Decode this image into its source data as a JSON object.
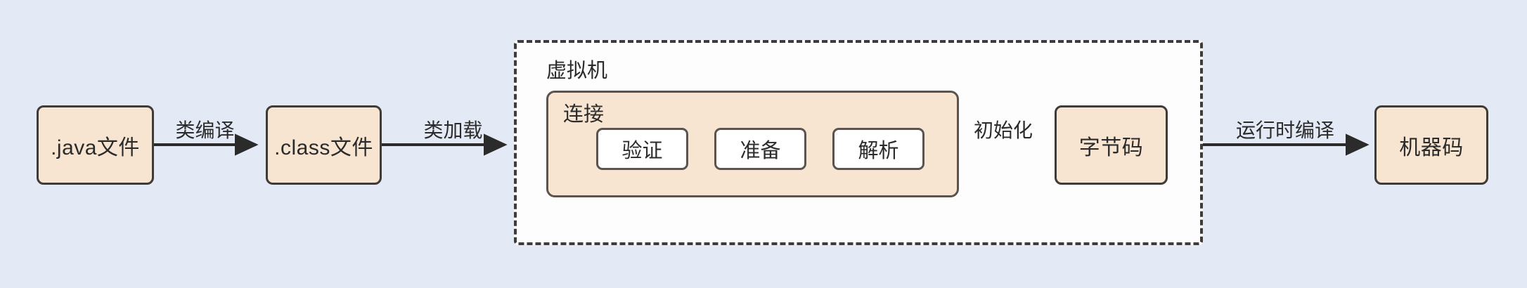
{
  "diagram": {
    "title_semantic": "java-compilation-and-execution-flow",
    "background_color": "#e4eaf5",
    "node_fill": "#f8e5d1",
    "node_stroke": "#3f3b38",
    "phase_fill": "#ffffff",
    "vm_fill": "#fdfdfd"
  },
  "nodes": {
    "java_file": ".java文件",
    "class_file": ".class文件",
    "bytecode": "字节码",
    "machine_code": "机器码"
  },
  "vm": {
    "label": "虚拟机",
    "linking": {
      "label": "连接",
      "phases": [
        {
          "label": "验证"
        },
        {
          "label": "准备"
        },
        {
          "label": "解析"
        }
      ]
    }
  },
  "edges": [
    {
      "label": "类编译",
      "from": "java_file",
      "to": "class_file"
    },
    {
      "label": "类加载",
      "from": "class_file",
      "to": "vm"
    },
    {
      "label": "初始化",
      "from": "linking",
      "to": "bytecode"
    },
    {
      "label": "运行时编译",
      "from": "bytecode",
      "to": "machine_code"
    }
  ]
}
